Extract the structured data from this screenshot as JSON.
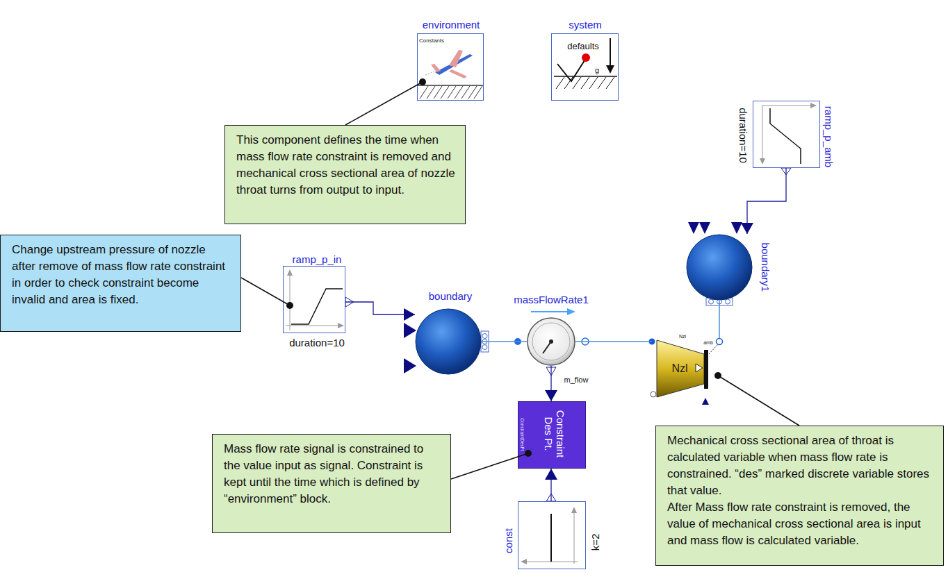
{
  "diagram": {
    "nodes": [
      {
        "text": [
          "environment",
          "Constants"
        ]
      },
      {
        "text": [
          "system",
          "defaults",
          "g"
        ]
      },
      {
        "text": [
          "This component defines the time when mass flow rate constraint is removed and mechanical cross sectional area of nozzle throat turns from output to input."
        ]
      },
      {
        "text": [
          "ramp_p_amb",
          "duration=10"
        ]
      },
      {
        "text": [
          "Change upstream pressure of nozzle after remove of mass flow rate constraint in order to check constraint become invalid and area is fixed."
        ]
      },
      {
        "text": [
          "ramp_p_in",
          "duration=10"
        ]
      },
      {
        "text": [
          "boundary"
        ]
      },
      {
        "text": [
          "massFlowRate1",
          "m_flow"
        ]
      },
      {
        "text": [
          "boundary1"
        ]
      },
      {
        "text": [
          "Nzl",
          "Nzl",
          "amb"
        ]
      },
      {
        "text": [
          "Constraint Des Pt.",
          "ConstraintDesPt"
        ]
      },
      {
        "text": [
          "Mass flow rate signal is constrained to the value input as signal. Constraint is kept until the time which is defined by “environment” block."
        ]
      },
      {
        "text": [
          "const",
          "k=2"
        ]
      },
      {
        "text": [
          "Mechanical cross sectional area of throat is calculated variable when mass flow rate is constrained. “des” marked discrete variable stores that value.",
          "After Mass flow rate constraint is removed, the value of mechanical cross sectional area is input and mass flow is calculated variable."
        ]
      }
    ],
    "edges": [
      {
        "from": 2,
        "to": 0,
        "arrow": "none"
      },
      {
        "from": 3,
        "to": 8,
        "arrow": "to"
      },
      {
        "from": 4,
        "to": 5,
        "arrow": "none"
      },
      {
        "from": 5,
        "to": 6,
        "arrow": "to"
      },
      {
        "from": 6,
        "to": 7,
        "arrow": "none"
      },
      {
        "from": 7,
        "to": 9,
        "arrow": "none"
      },
      {
        "from": 9,
        "to": 8,
        "arrow": "none"
      },
      {
        "from": 7,
        "to": 10,
        "arrow": "to"
      },
      {
        "from": 12,
        "to": 10,
        "arrow": "to"
      },
      {
        "from": 11,
        "to": 10,
        "arrow": "none"
      },
      {
        "from": 13,
        "to": 9,
        "arrow": "none"
      }
    ]
  }
}
